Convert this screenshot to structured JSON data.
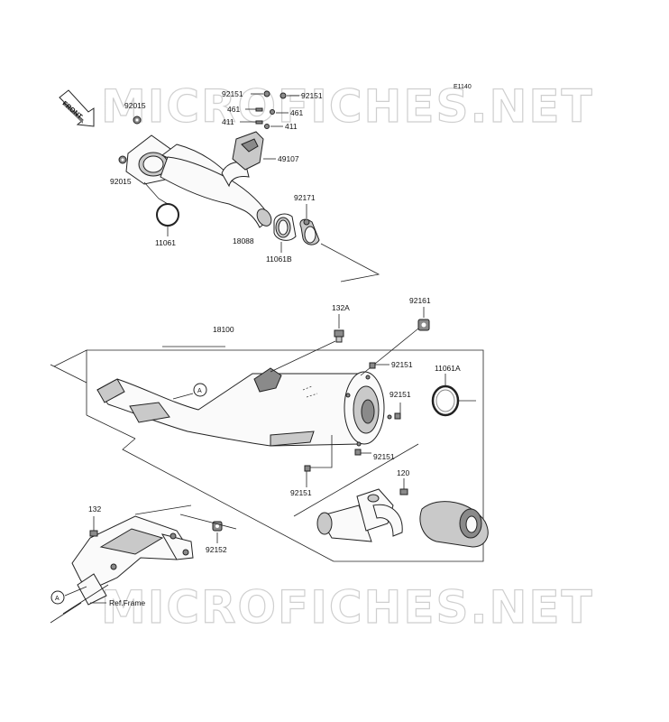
{
  "diagram_code": "E1140",
  "watermark": "MICROFICHES.NET",
  "front_label": "FRONT",
  "callout_letter": "A",
  "ref_frame": "Ref.Frame",
  "parts": {
    "p92015_top": "92015",
    "p92015_bot": "92015",
    "p11061": "11061",
    "p18088": "18088",
    "p11061B": "11061B",
    "p92171": "92171",
    "p49107": "49107",
    "p92151_a": "92151",
    "p92151_b": "92151",
    "p461_a": "461",
    "p461_b": "461",
    "p411_a": "411",
    "p411_b": "411",
    "p18100": "18100",
    "p132A": "132A",
    "p92161": "92161",
    "p92151_c": "92151",
    "p11061A": "11061A",
    "p92151_d": "92151",
    "p92151_e": "92151",
    "p92151_f": "92151",
    "p120": "120",
    "p132": "132",
    "p92152": "92152"
  }
}
